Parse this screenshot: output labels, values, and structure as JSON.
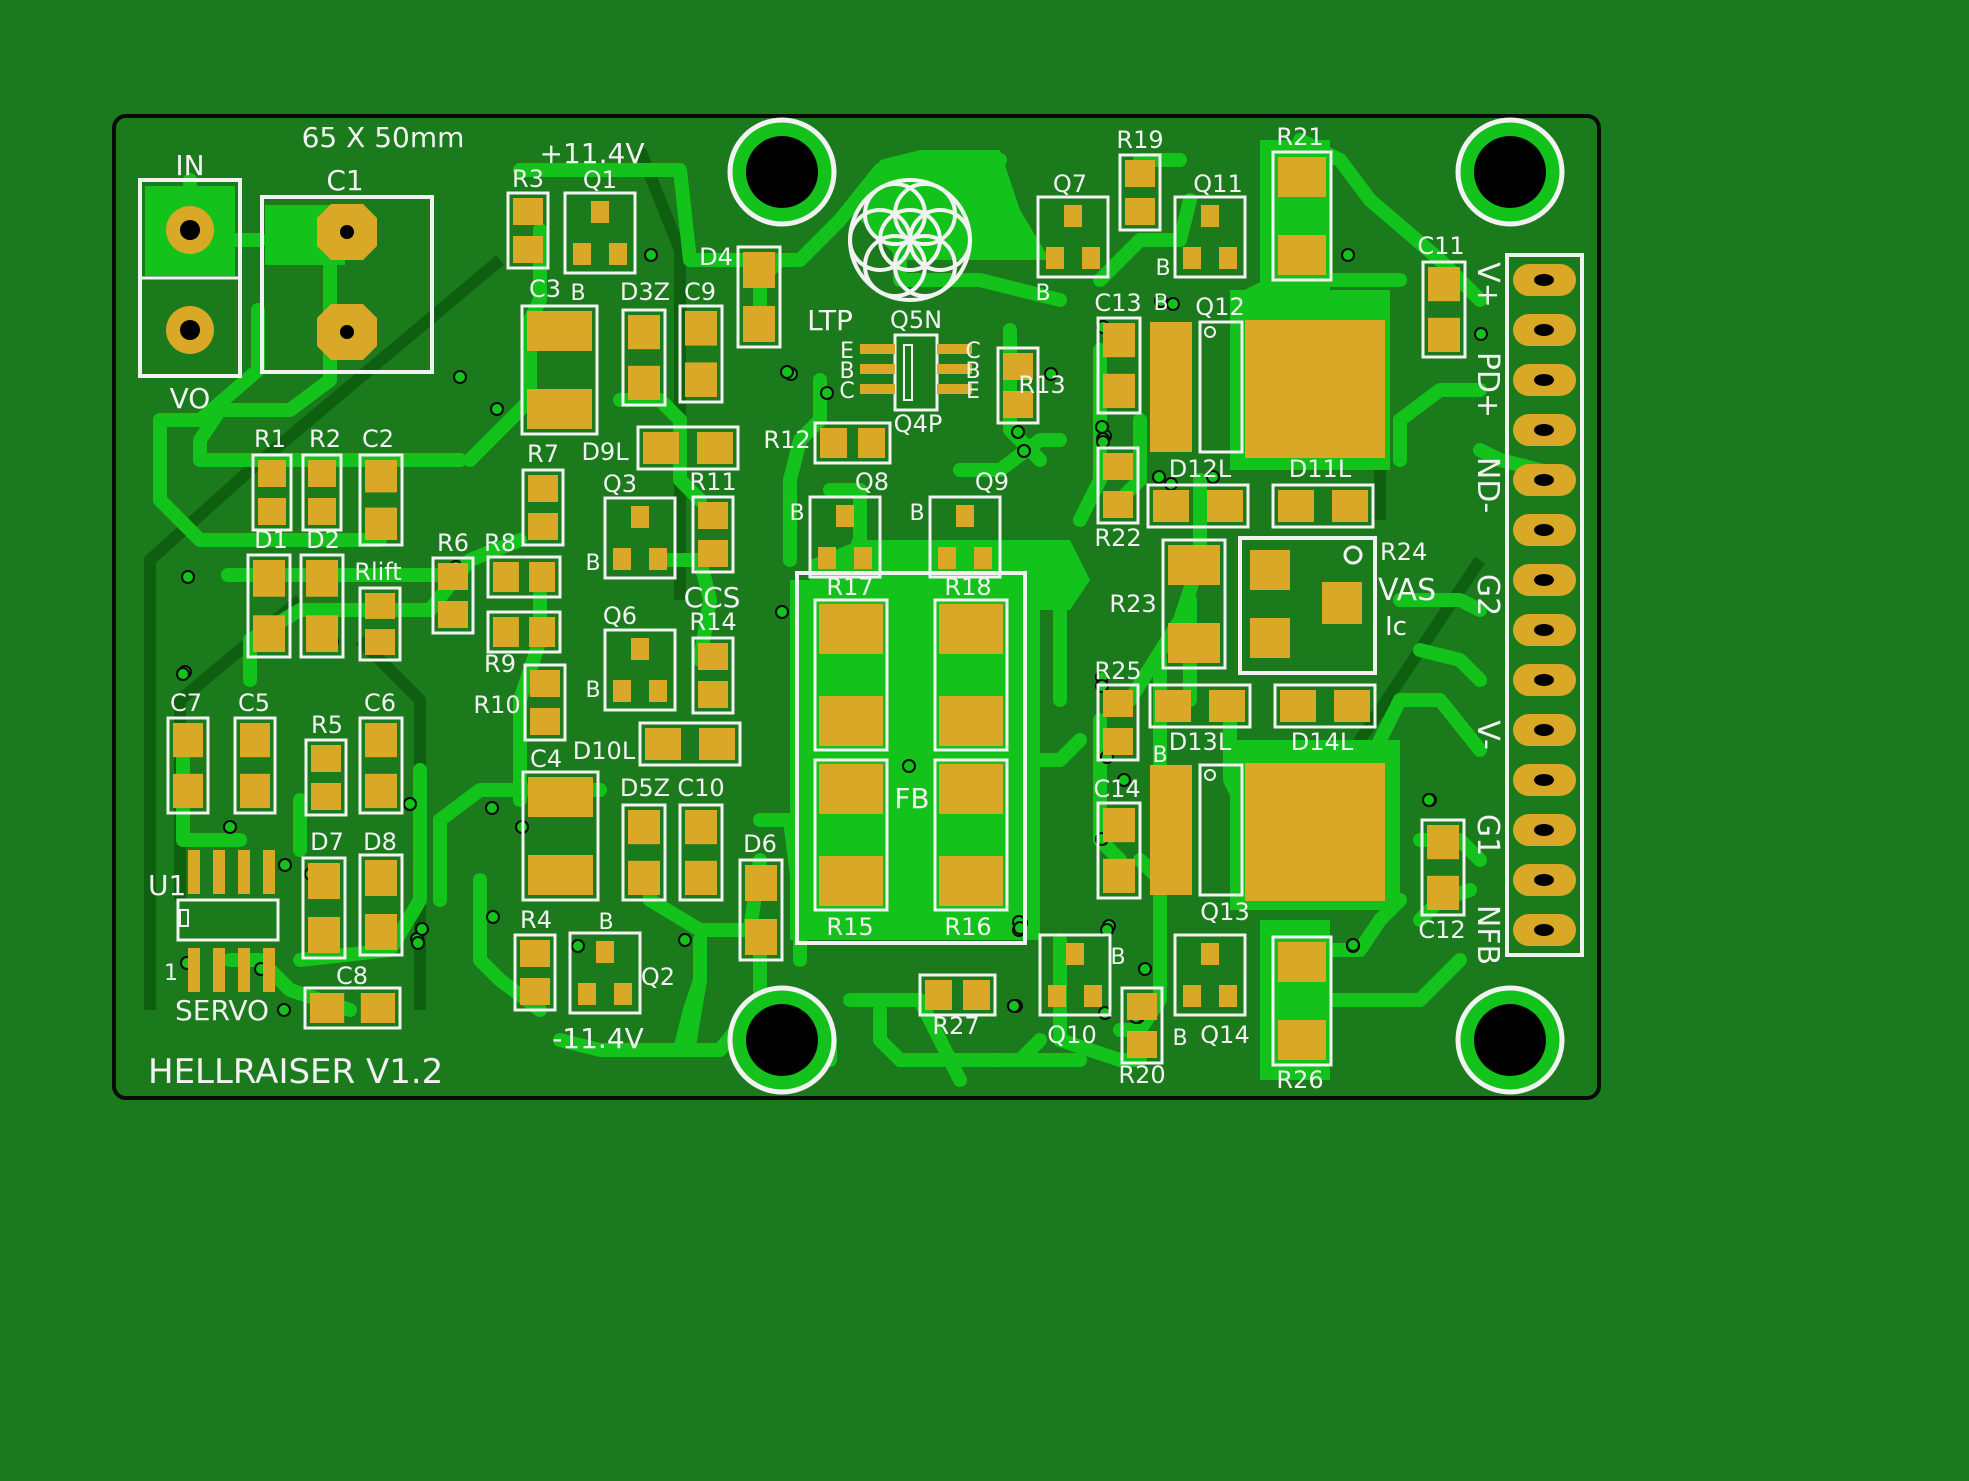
{
  "colors": {
    "background": "#1b7a1d",
    "board": "#1a7a1c",
    "board_edge": "#0a0a0a",
    "trace": "#13c21b",
    "trace_dark": "#0e5f10",
    "pad": "#d9a826",
    "silk": "#f2f2f2",
    "hole": "#000000"
  },
  "board": {
    "size_label": "65 X 50mm",
    "name": "HELLRAISER V1.2"
  },
  "labels": {
    "in": "IN",
    "vo": "VO",
    "c1": "C1",
    "pos_rail": "+11.4V",
    "neg_rail": "-11.4V",
    "ltp": "LTP",
    "ccs": "CCS",
    "fb": "FB",
    "vas": "VAS",
    "ic": "Ic",
    "servo": "SERVO",
    "u1": "U1",
    "pin1": "1",
    "q5n": "Q5N",
    "q4p": "Q4P"
  },
  "connector_labels": [
    "V+",
    "PD+",
    "ND-",
    "G2",
    "V-",
    "G1",
    "NFB"
  ],
  "ltp_pins_left": [
    "E",
    "B",
    "C"
  ],
  "ltp_pins_right": [
    "C",
    "B",
    "E"
  ],
  "components": [
    {
      "ref": "R1",
      "kind": "r2"
    },
    {
      "ref": "R2",
      "kind": "r2"
    },
    {
      "ref": "C2",
      "kind": "r2"
    },
    {
      "ref": "D1",
      "kind": "r2"
    },
    {
      "ref": "D2",
      "kind": "r2"
    },
    {
      "ref": "Rlift",
      "kind": "r2"
    },
    {
      "ref": "R3",
      "kind": "r2"
    },
    {
      "ref": "Q1",
      "kind": "sot"
    },
    {
      "ref": "C3",
      "kind": "big"
    },
    {
      "ref": "D3Z",
      "kind": "r2"
    },
    {
      "ref": "C9",
      "kind": "r2"
    },
    {
      "ref": "D4",
      "kind": "r2"
    },
    {
      "ref": "R7",
      "kind": "r2"
    },
    {
      "ref": "D9L",
      "kind": "r2"
    },
    {
      "ref": "Q3",
      "kind": "sot"
    },
    {
      "ref": "R11",
      "kind": "r2"
    },
    {
      "ref": "R6",
      "kind": "r2"
    },
    {
      "ref": "R8",
      "kind": "r2"
    },
    {
      "ref": "R9",
      "kind": "r2"
    },
    {
      "ref": "Q6",
      "kind": "sot"
    },
    {
      "ref": "R14",
      "kind": "r2"
    },
    {
      "ref": "R10",
      "kind": "r2"
    },
    {
      "ref": "D10L",
      "kind": "r2"
    },
    {
      "ref": "C4",
      "kind": "big"
    },
    {
      "ref": "D5Z",
      "kind": "r2"
    },
    {
      "ref": "C10",
      "kind": "r2"
    },
    {
      "ref": "D6",
      "kind": "r2"
    },
    {
      "ref": "R4",
      "kind": "r2"
    },
    {
      "ref": "Q2",
      "kind": "sot"
    },
    {
      "ref": "C7",
      "kind": "r2"
    },
    {
      "ref": "C5",
      "kind": "r2"
    },
    {
      "ref": "R5",
      "kind": "r2"
    },
    {
      "ref": "C6",
      "kind": "r2"
    },
    {
      "ref": "D7",
      "kind": "r2"
    },
    {
      "ref": "D8",
      "kind": "r2"
    },
    {
      "ref": "C8",
      "kind": "r2"
    },
    {
      "ref": "R12",
      "kind": "r2"
    },
    {
      "ref": "R13",
      "kind": "r2"
    },
    {
      "ref": "Q8",
      "kind": "sot"
    },
    {
      "ref": "Q9",
      "kind": "sot"
    },
    {
      "ref": "R17",
      "kind": "big"
    },
    {
      "ref": "R18",
      "kind": "big"
    },
    {
      "ref": "R15",
      "kind": "big"
    },
    {
      "ref": "R16",
      "kind": "big"
    },
    {
      "ref": "R27",
      "kind": "r2"
    },
    {
      "ref": "Q7",
      "kind": "sot"
    },
    {
      "ref": "R19",
      "kind": "r2"
    },
    {
      "ref": "Q11",
      "kind": "sot"
    },
    {
      "ref": "R21",
      "kind": "big"
    },
    {
      "ref": "C11",
      "kind": "r2"
    },
    {
      "ref": "C13",
      "kind": "r2"
    },
    {
      "ref": "Q12",
      "kind": "dpak"
    },
    {
      "ref": "R22",
      "kind": "r2"
    },
    {
      "ref": "D12L",
      "kind": "r2"
    },
    {
      "ref": "D11L",
      "kind": "r2"
    },
    {
      "ref": "R23",
      "kind": "big"
    },
    {
      "ref": "R24",
      "kind": "trim"
    },
    {
      "ref": "R25",
      "kind": "r2"
    },
    {
      "ref": "D13L",
      "kind": "r2"
    },
    {
      "ref": "D14L",
      "kind": "r2"
    },
    {
      "ref": "C14",
      "kind": "r2"
    },
    {
      "ref": "Q13",
      "kind": "dpak"
    },
    {
      "ref": "C12",
      "kind": "r2"
    },
    {
      "ref": "Q10",
      "kind": "sot"
    },
    {
      "ref": "R20",
      "kind": "r2"
    },
    {
      "ref": "Q14",
      "kind": "sot"
    },
    {
      "ref": "R26",
      "kind": "big"
    }
  ]
}
